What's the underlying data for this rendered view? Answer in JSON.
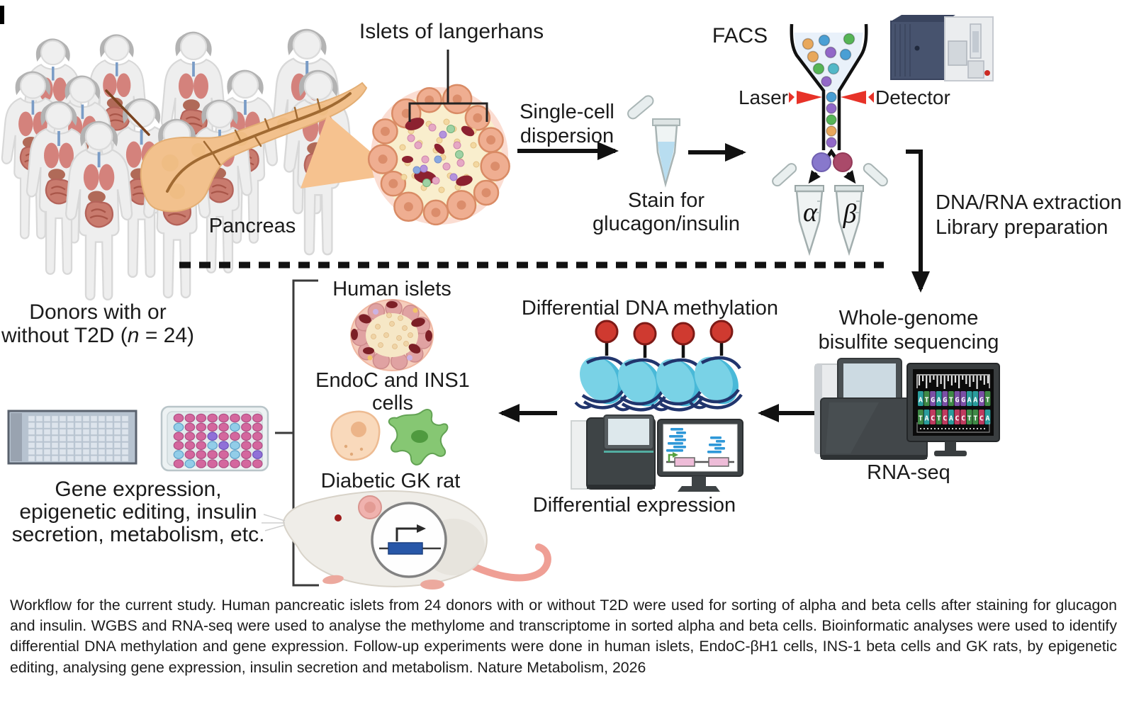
{
  "figure": {
    "labels": {
      "islets_of_langerhans": "Islets of langerhans",
      "pancreas": "Pancreas",
      "single_cell_line1": "Single-cell",
      "single_cell_line2": "dispersion",
      "stain_line1": "Stain for",
      "stain_line2": "glucagon/insulin",
      "facs": "FACS",
      "laser": "Laser",
      "detector": "Detector",
      "alpha": "α",
      "beta": "β",
      "dna_rna_line1": "DNA/RNA extraction",
      "dna_rna_line2": "Library preparation",
      "donors_line1": "Donors with or",
      "donors_line2_pre": "without T2D (",
      "donors_n": "n",
      "donors_line2_post": " = 24)",
      "human_islets": "Human islets",
      "endoc_line1": "EndoC and INS1",
      "endoc_line2": "cells",
      "gk_rat": "Diabetic GK rat",
      "diff_methylation": "Differential DNA methylation",
      "diff_expression": "Differential expression",
      "wgbs_line1": "Whole-genome",
      "wgbs_line2": "bisulfite sequencing",
      "rna_seq": "RNA-seq",
      "gene_expr_line1": "Gene expression,",
      "gene_expr_line2": "epigenetic editing, insulin",
      "gene_expr_line3": "secretion, metabolism, etc."
    },
    "monitor_sequence": {
      "row1": "ATGAGTGGAAGT",
      "row2": "TACTCACCTTCA"
    },
    "base_colors": {
      "A": "#2a9d9d",
      "T": "#3f8a46",
      "G": "#7b4fa6",
      "C": "#bf3a5f"
    },
    "well_plate": {
      "pattern": [
        "pppppppp",
        "bppppbpp",
        "pppPpppp",
        "pppbPbpp",
        "bppppbpP",
        "pbpppppp"
      ],
      "colors": {
        "p": "#d4679e",
        "b": "#92cde8",
        "P": "#9070d8"
      },
      "strokes": {
        "p": "#ad4f83",
        "b": "#5fa0c8",
        "P": "#6e54b8"
      }
    },
    "key_colors": {
      "laser_red": "#e73228",
      "methyl_red": "#cf3a30",
      "nucleosome_cyan": "#49b9d8",
      "dna_navy": "#21356d",
      "alpha_cell_purple": "#8878cc",
      "beta_cell_maroon": "#aa4a6a",
      "reads_blue": "#2f98d8",
      "gene_box_blue": "#2857a8"
    }
  },
  "caption": "Workflow for the current study. Human pancreatic islets from 24 donors with or without T2D were used for sorting of alpha and beta cells after staining for glucagon and insulin. WGBS and RNA-seq were used to analyse the methylome and transcriptome in sorted alpha and beta cells. Bioinformatic analyses were used to identify differential DNA methylation and gene expression. Follow-up experiments were done in human islets, EndoC-βH1 cells, INS-1 beta cells and GK rats, by epigenetic editing, analysing gene expression, insulin secretion and metabolism. Nature Metabolism, 2026"
}
